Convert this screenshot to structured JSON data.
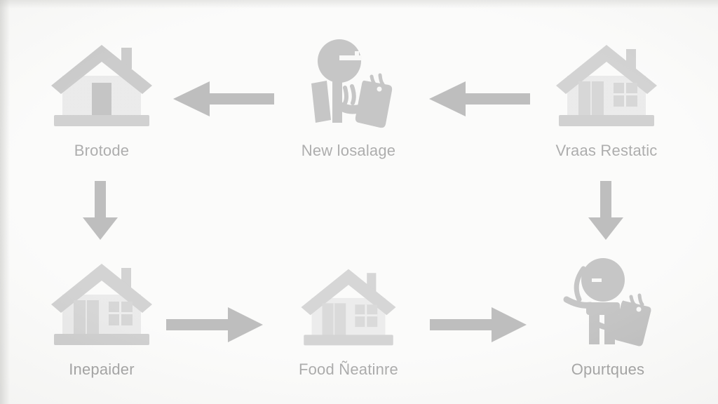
{
  "diagram": {
    "type": "flowchart",
    "background_color": "#f6f6f4",
    "icon_color": "#808080",
    "label_color": "#4a4a4a",
    "nodes": [
      {
        "id": "brotode",
        "label": "Brotode",
        "icon": "house-door-icon",
        "row": "top",
        "column": 1
      },
      {
        "id": "new-losalage",
        "label": "New losalage",
        "icon": "person-with-tag-icon",
        "row": "top",
        "column": 2
      },
      {
        "id": "vraas-restatic",
        "label": "Vraas Restatic",
        "icon": "house-window-icon",
        "row": "top",
        "column": 3
      },
      {
        "id": "inepaider",
        "label": "Inepaider",
        "icon": "house-window-icon",
        "row": "bottom",
        "column": 1
      },
      {
        "id": "food-neatinre",
        "label": "Food Ñeatinre",
        "icon": "house-window-icon",
        "row": "bottom",
        "column": 2
      },
      {
        "id": "opurtques",
        "label": "Opurtques",
        "icon": "person-waving-tag-icon",
        "row": "bottom",
        "column": 3
      }
    ],
    "arrows": [
      {
        "id": "top-mid-to-left",
        "from": "new-losalage",
        "to": "brotode",
        "direction": "left",
        "icon": "arrow-left-icon"
      },
      {
        "id": "top-right-to-mid",
        "from": "vraas-restatic",
        "to": "new-losalage",
        "direction": "left",
        "icon": "arrow-left-icon"
      },
      {
        "id": "left-down",
        "from": "brotode",
        "to": "inepaider",
        "direction": "down",
        "icon": "arrow-down-icon"
      },
      {
        "id": "right-down",
        "from": "vraas-restatic",
        "to": "opurtques",
        "direction": "down",
        "icon": "arrow-down-icon"
      },
      {
        "id": "bottom-left-to-mid",
        "from": "inepaider",
        "to": "food-neatinre",
        "direction": "right",
        "icon": "arrow-right-icon"
      },
      {
        "id": "bottom-mid-to-right",
        "from": "food-neatinre",
        "to": "opurtques",
        "direction": "right",
        "icon": "arrow-right-icon"
      }
    ]
  }
}
